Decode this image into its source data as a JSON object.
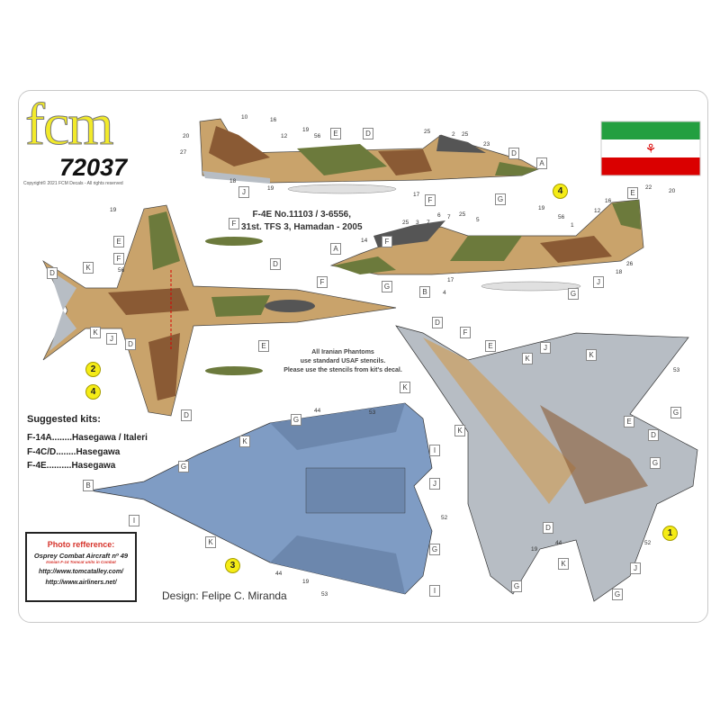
{
  "logo": {
    "brand": "fcm",
    "sheet_number": "72037",
    "copyright": "Copyright© 2021 FCM Decals - All rights reserved"
  },
  "title": {
    "line1": "F-4E No.11103 / 3-6556,",
    "line2": "31st. TFS 3, Hamadan - 2005"
  },
  "note": {
    "line1": "All Iranian Phantoms",
    "line2": "use standard USAF stencils.",
    "line3": "Please use the stencils from kit's decal."
  },
  "kits": {
    "heading": "Suggested kits:",
    "items": [
      "F-14A........Hasegawa / Italeri",
      "F-4C/D........Hasegawa",
      "F-4E..........Hasegawa"
    ]
  },
  "photo_reference": {
    "heading": "Photo refference:",
    "book": "Osprey Combat Aircraft nº 49",
    "subtitle": "Iranian F-14 Tomcat units in Combat",
    "links": [
      "http://www.tomcatalley.com/",
      "http://www.airliners.net/"
    ]
  },
  "design": "Design: Felipe C. Miranda",
  "option_markers": [
    "4",
    "2",
    "4",
    "3",
    "1"
  ],
  "letters": [
    "E",
    "D",
    "A",
    "G",
    "F",
    "J",
    "D",
    "E",
    "A",
    "F",
    "G",
    "B",
    "J",
    "G",
    "F",
    "F",
    "D",
    "K",
    "F",
    "D",
    "D",
    "K",
    "J",
    "E",
    "E",
    "D",
    "F",
    "D",
    "J",
    "K",
    "E",
    "G",
    "K",
    "G",
    "K",
    "B",
    "I",
    "K",
    "I",
    "G",
    "J",
    "G",
    "I",
    "D",
    "E",
    "K",
    "K",
    "G",
    "D",
    "K",
    "G",
    "J",
    "G"
  ],
  "numbers": [
    "10",
    "16",
    "20",
    "12",
    "27",
    "19",
    "56",
    "25",
    "2",
    "25",
    "23",
    "18",
    "19",
    "17",
    "22",
    "20",
    "16",
    "12",
    "19",
    "56",
    "1",
    "14",
    "25",
    "3",
    "7",
    "6",
    "7",
    "25",
    "5",
    "26",
    "18",
    "4",
    "17",
    "19",
    "56",
    "53",
    "44",
    "52",
    "44",
    "19",
    "53",
    "44",
    "52",
    "19",
    "53"
  ],
  "colors": {
    "tan": "#c9a36b",
    "brown": "#8a5a34",
    "green": "#6c7a3c",
    "f14_blue": "#7f9cc4",
    "f14_gray": "#b7bdc4",
    "flag_green": "#239f40",
    "flag_red": "#da0000",
    "marker_yellow": "#f5ec16"
  }
}
